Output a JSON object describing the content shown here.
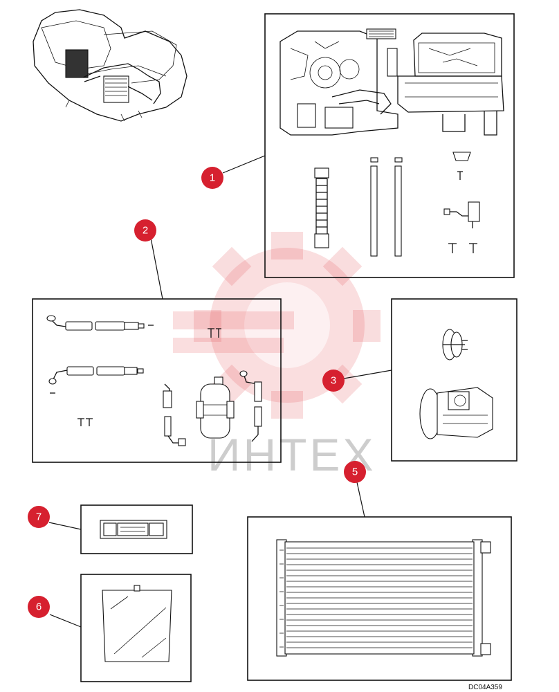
{
  "callouts": [
    {
      "id": "1",
      "label": "1"
    },
    {
      "id": "2",
      "label": "2"
    },
    {
      "id": "3",
      "label": "3"
    },
    {
      "id": "5",
      "label": "5"
    },
    {
      "id": "6",
      "label": "6"
    },
    {
      "id": "7",
      "label": "7"
    }
  ],
  "reference_code": "DC04A359",
  "watermark": {
    "text": "ИНТЕХ",
    "color": "#e3474f"
  },
  "colors": {
    "callout": "#d6202f",
    "line": "#111111"
  }
}
